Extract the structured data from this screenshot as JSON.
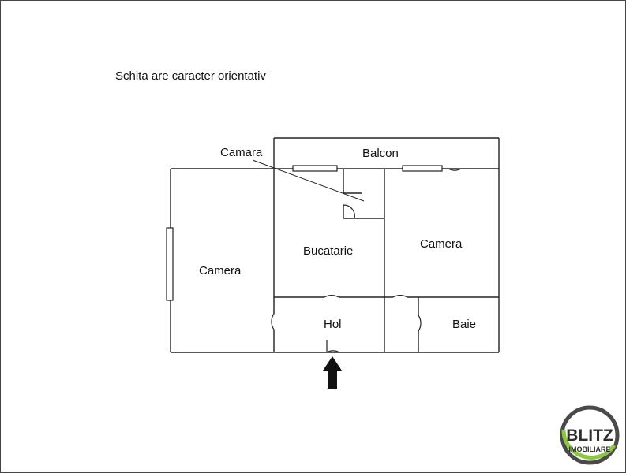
{
  "note": "Schita are caracter orientativ",
  "rooms": {
    "camara": "Camara",
    "balcon": "Balcon",
    "camera_left": "Camera",
    "bucatarie": "Bucatarie",
    "camera_right": "Camera",
    "hol": "Hol",
    "baie": "Baie"
  },
  "logo": {
    "name": "BLITZ",
    "subtitle": "IMOBILIARE",
    "ring_color": "#8dc63f",
    "dark_color": "#4a4a4a"
  },
  "colors": {
    "wall": "#222222",
    "entry_arrow": "#111111"
  }
}
